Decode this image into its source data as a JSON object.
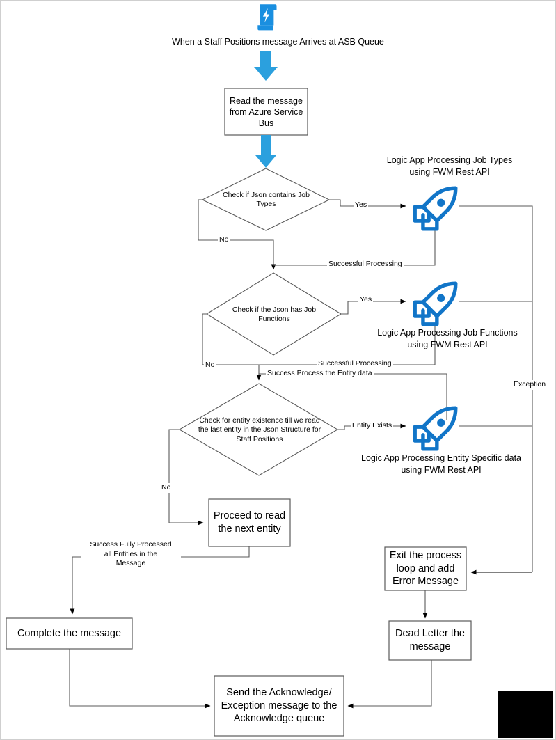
{
  "diagram": {
    "title": "When a Staff Positions  message Arrives at ASB Queue",
    "trigger_icon": "azure-logic-apps-icon",
    "accent_blue": "#2ba0de",
    "rocket_blue": "#1175c8",
    "line_gray": "#595959",
    "line_black": "#000000"
  },
  "nodes": {
    "read_message": "Read the message from Azure Service Bus",
    "decision_job_types": "Check if Json contains Job Types",
    "decision_job_functions": "Check if the Json has Job Functions",
    "decision_entity": "Check for entity existence till we read the last entity in the Json Structure for Staff Positions",
    "proceed_next_entity": "Proceed to read the next entity",
    "complete_message": "Complete the message",
    "exit_process_loop": "Exit the process loop and add Error Message",
    "dead_letter": "Dead Letter the message",
    "send_acknowledge": "Send the Acknowledge/ Exception message to the Acknowledge queue"
  },
  "captions": {
    "logic_app_job_types": "Logic App Processing Job Types\nusing FWM Rest API",
    "logic_app_job_functions": "Logic App Processing Job Functions\nusing FWM Rest API",
    "logic_app_entity_specific": "Logic App Processing Entity Specific data\nusing FWM Rest API"
  },
  "edges": {
    "yes_job_types": "Yes",
    "no_job_types": "No",
    "successful_processing_1": "Successful Processing",
    "yes_job_functions": "Yes",
    "no_job_functions": "No",
    "successful_processing_2": "Successful Processing",
    "success_process_entity": "Success Process the Entity data",
    "entity_exists": "Entity Exists",
    "no_entity": "No",
    "exception": "Exception",
    "success_fully_processed": "Success Fully Processed\nall Entities in the\nMessage"
  },
  "icons": {
    "rocket_job_types": "rocket-icon",
    "rocket_job_functions": "rocket-icon",
    "rocket_entity_specific": "rocket-icon"
  }
}
